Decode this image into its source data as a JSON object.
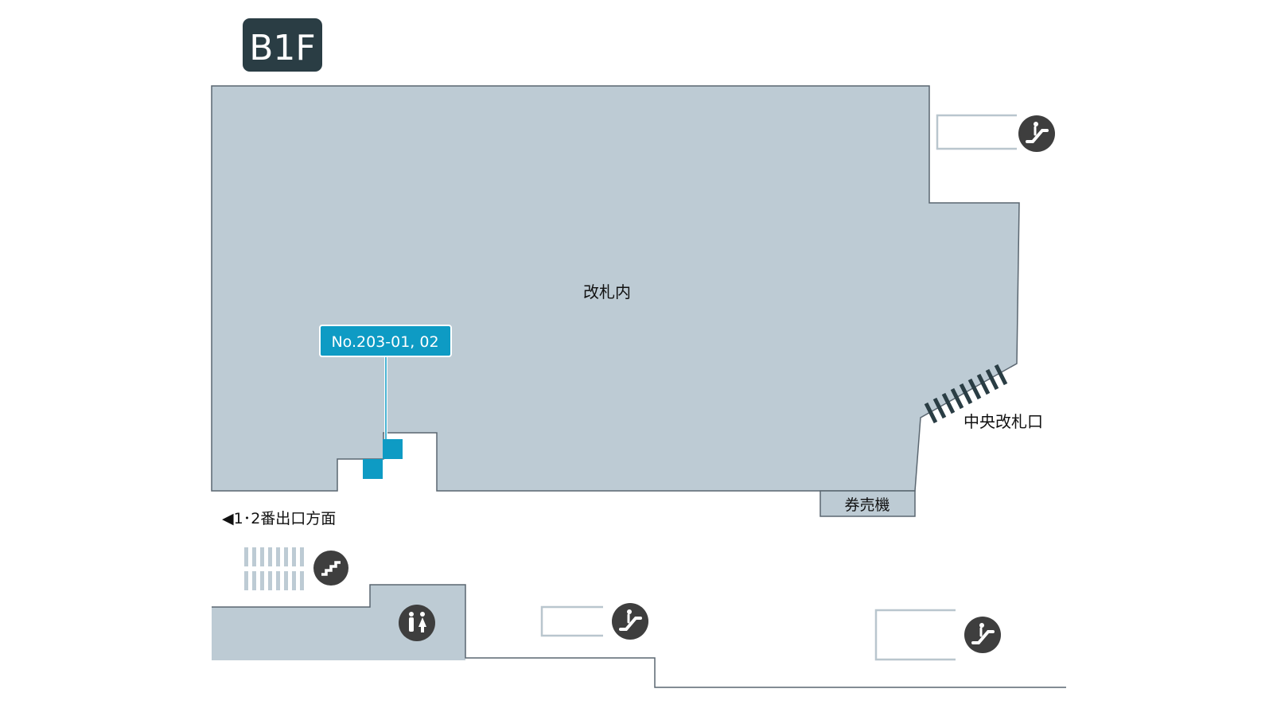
{
  "floor": {
    "label": "B1F"
  },
  "labels": {
    "inside_gate": "改札内",
    "central_gate": "中央改札口",
    "ticket_machine": "券売機",
    "exit_direction": "◀1･2番出口方面"
  },
  "locker": {
    "label": "No.203-01, 02"
  },
  "icons": [
    "escalator-icon",
    "escalator-icon",
    "escalator-icon",
    "stairs-icon",
    "restroom-icon"
  ],
  "colors": {
    "area_fill": "#bdcbd4",
    "outline": "#5a6670",
    "locker": "#0e9bc4",
    "badge": "#2a3d44",
    "icon_bg": "#3e3e3e"
  }
}
